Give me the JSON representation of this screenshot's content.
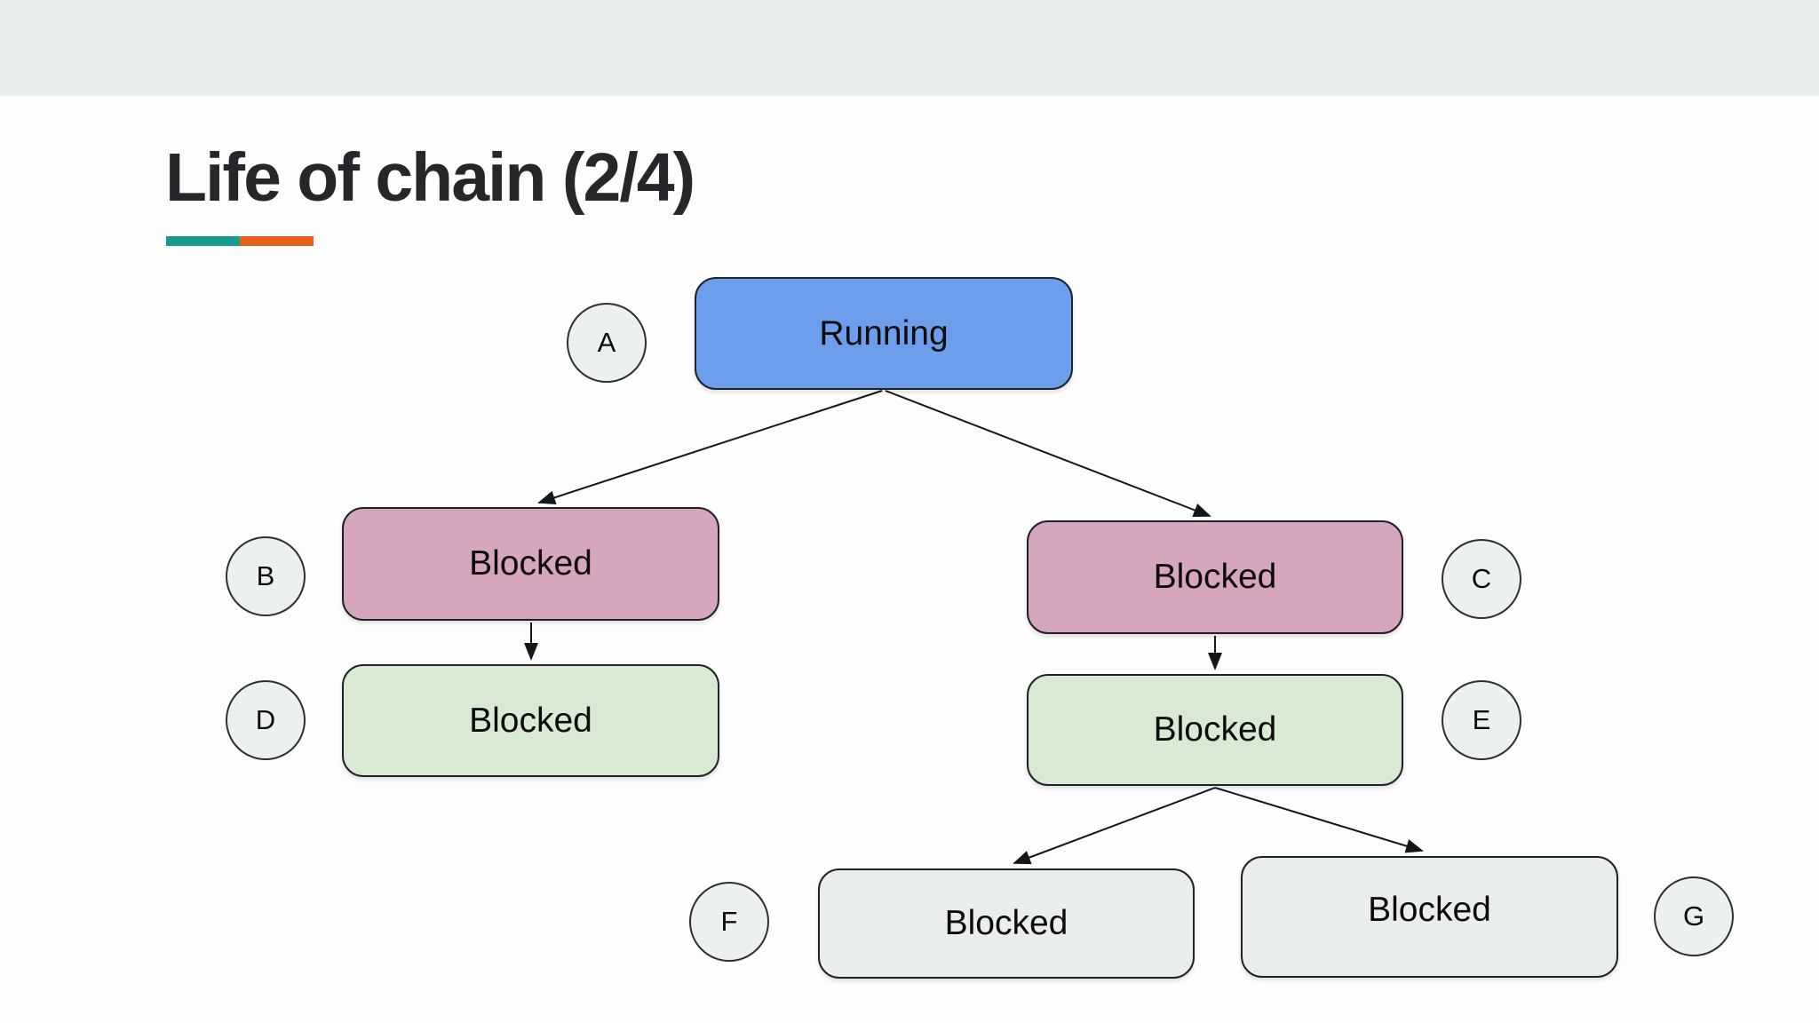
{
  "slide": {
    "title": "Life of chain (2/4)",
    "accent_bar": {
      "teal": "#1a9c8c",
      "orange": "#e8611a"
    },
    "band_color": "#e9edeb"
  },
  "diagram": {
    "nodes": [
      {
        "id": "A",
        "badge": "A",
        "label": "Running",
        "fill": "#6d9eeb"
      },
      {
        "id": "B",
        "badge": "B",
        "label": "Blocked",
        "fill": "#d5a6bd"
      },
      {
        "id": "C",
        "badge": "C",
        "label": "Blocked",
        "fill": "#d5a6bd"
      },
      {
        "id": "D",
        "badge": "D",
        "label": "Blocked",
        "fill": "#d9ead3"
      },
      {
        "id": "E",
        "badge": "E",
        "label": "Blocked",
        "fill": "#d9ead3"
      },
      {
        "id": "F",
        "badge": "F",
        "label": "Blocked",
        "fill": "#eaedee"
      },
      {
        "id": "G",
        "badge": "G",
        "label": "Blocked",
        "fill": "#eaedee"
      }
    ],
    "edges": [
      {
        "from": "A",
        "to": "B"
      },
      {
        "from": "A",
        "to": "C"
      },
      {
        "from": "B",
        "to": "D"
      },
      {
        "from": "C",
        "to": "E"
      },
      {
        "from": "E",
        "to": "F"
      },
      {
        "from": "E",
        "to": "G"
      }
    ]
  }
}
